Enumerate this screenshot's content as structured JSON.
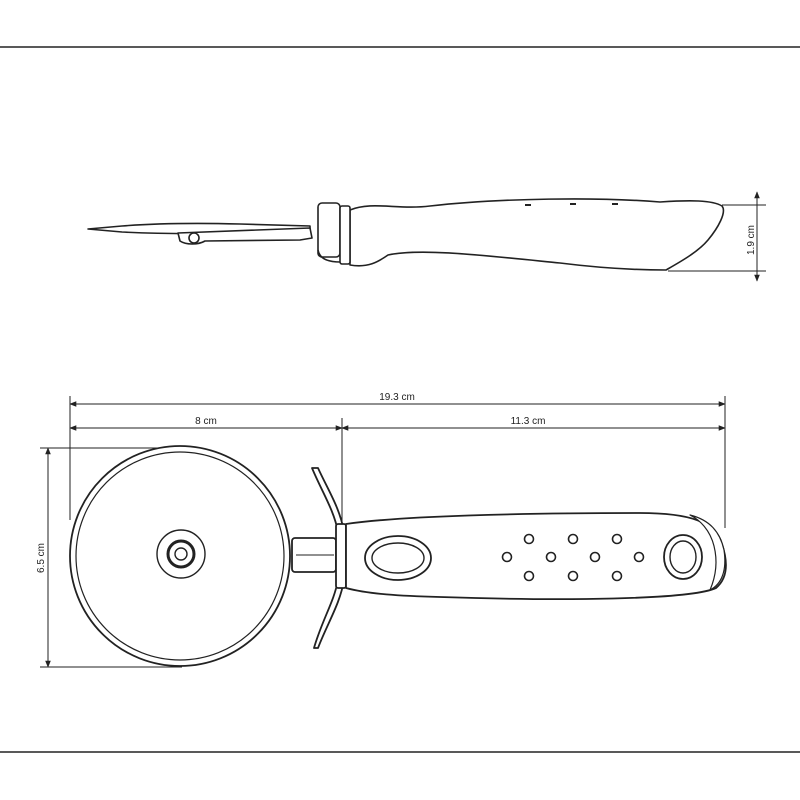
{
  "colors": {
    "line": "#222222",
    "fill": "#ffffff",
    "background": "#ffffff"
  },
  "dimensions": {
    "total_length": "19.3 cm",
    "blade_length": "8 cm",
    "handle_length": "11.3 cm",
    "blade_diameter": "6.5 cm",
    "handle_thickness": "1.9 cm"
  }
}
